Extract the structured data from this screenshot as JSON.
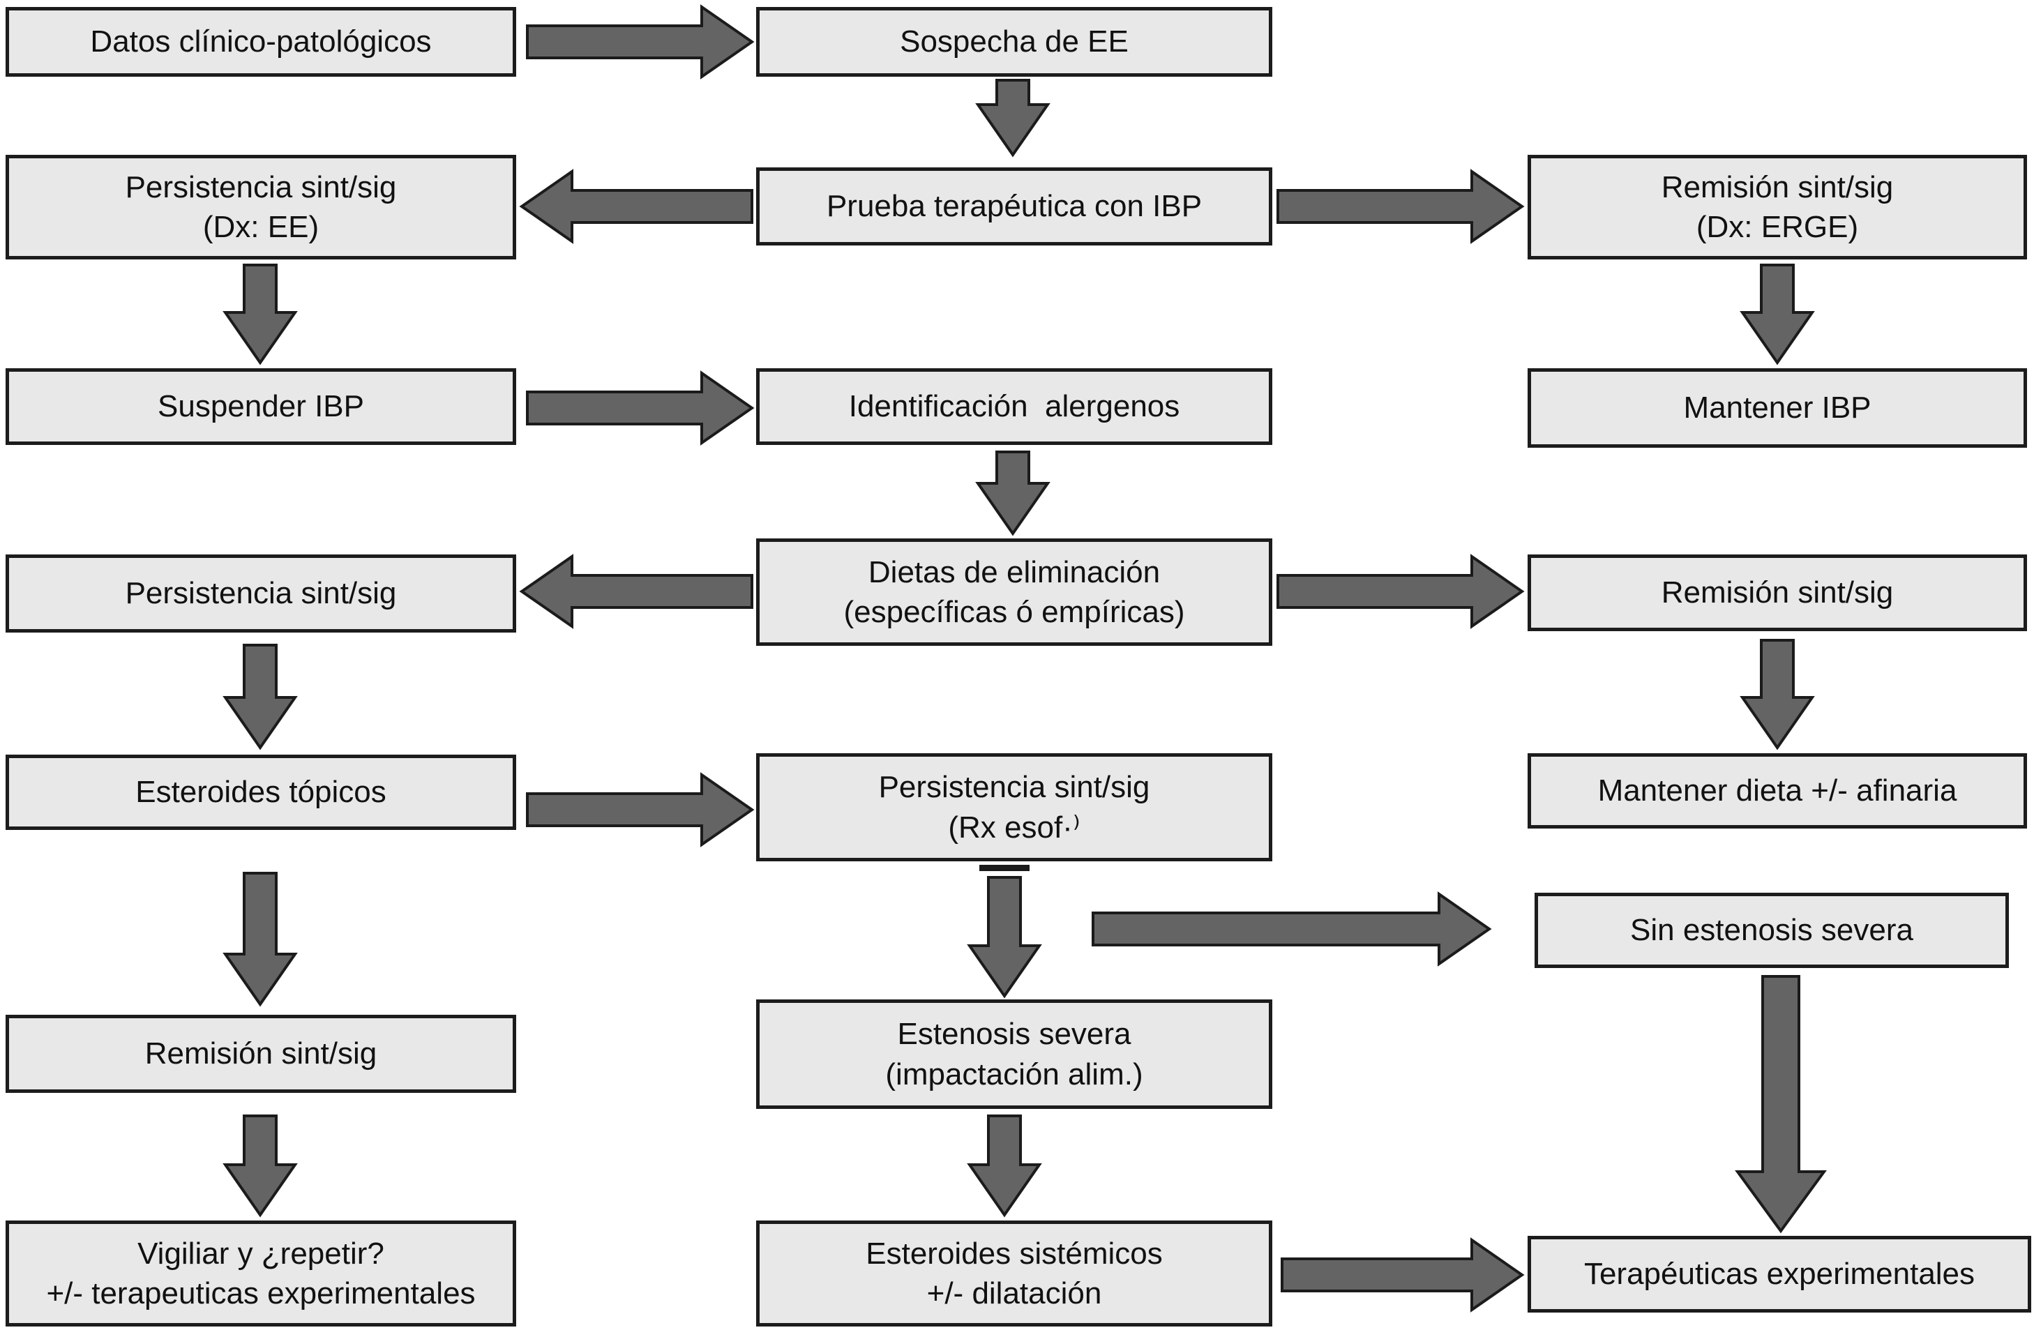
{
  "diagram": {
    "type": "flowchart",
    "language": "es",
    "colors": {
      "background": "#ffffff",
      "box_fill": "#e8e8e8",
      "box_border": "#1c1c1c",
      "arrow_fill": "#646464",
      "arrow_border": "#1b1b1b",
      "text": "#111111"
    },
    "nodes": {
      "datos": {
        "text": "Datos clínico-patológicos"
      },
      "sospecha": {
        "text": "Sospecha de EE"
      },
      "persistencia_dx_ee": {
        "text": "Persistencia sint/sig\n(Dx: EE)"
      },
      "prueba_ibp": {
        "text": "Prueba terapéutica con IBP"
      },
      "remision_dx_erge": {
        "text": "Remisión sint/sig\n(Dx: ERGE)"
      },
      "suspender_ibp": {
        "text": "Suspender IBP"
      },
      "identificacion_alergenos": {
        "text": "Identificación  alergenos"
      },
      "mantener_ibp": {
        "text": "Mantener IBP"
      },
      "persistencia_2": {
        "text": "Persistencia sint/sig"
      },
      "dietas": {
        "text": "Dietas de eliminación\n(específicas ó empíricas)"
      },
      "remision_2": {
        "text": "Remisión sint/sig"
      },
      "esteroides_topicos": {
        "text": "Esteroides tópicos"
      },
      "persistencia_rx": {
        "text": "Persistencia sint/sig\n(Rx esof·⁾"
      },
      "mantener_dieta": {
        "text": "Mantener dieta +/- afinaria"
      },
      "sin_estenosis": {
        "text": "Sin estenosis severa"
      },
      "remision_3": {
        "text": "Remisión sint/sig"
      },
      "estenosis_severa": {
        "text": "Estenosis severa\n(impactación alim.)"
      },
      "vigiliar": {
        "text": "Vigiliar y ¿repetir?\n+/- terapeuticas experimentales"
      },
      "esteroides_sistemicos": {
        "text": "Esteroides sistémicos\n+/- dilatación"
      },
      "terapeuticas_experimentales": {
        "text": "Terapéuticas experimentales"
      }
    },
    "edges": [
      {
        "from": "datos",
        "to": "sospecha",
        "direction": "right"
      },
      {
        "from": "sospecha",
        "to": "prueba_ibp",
        "direction": "down"
      },
      {
        "from": "prueba_ibp",
        "to": "persistencia_dx_ee",
        "direction": "left"
      },
      {
        "from": "prueba_ibp",
        "to": "remision_dx_erge",
        "direction": "right"
      },
      {
        "from": "persistencia_dx_ee",
        "to": "suspender_ibp",
        "direction": "down"
      },
      {
        "from": "remision_dx_erge",
        "to": "mantener_ibp",
        "direction": "down"
      },
      {
        "from": "suspender_ibp",
        "to": "identificacion_alergenos",
        "direction": "right"
      },
      {
        "from": "identificacion_alergenos",
        "to": "dietas",
        "direction": "down"
      },
      {
        "from": "dietas",
        "to": "persistencia_2",
        "direction": "left"
      },
      {
        "from": "dietas",
        "to": "remision_2",
        "direction": "right"
      },
      {
        "from": "persistencia_2",
        "to": "esteroides_topicos",
        "direction": "down"
      },
      {
        "from": "remision_2",
        "to": "mantener_dieta",
        "direction": "down"
      },
      {
        "from": "esteroides_topicos",
        "to": "persistencia_rx",
        "direction": "right"
      },
      {
        "from": "persistencia_rx",
        "to": "estenosis_severa",
        "direction": "down"
      },
      {
        "from": "persistencia_rx",
        "to": "sin_estenosis",
        "direction": "right"
      },
      {
        "from": "esteroides_topicos",
        "to": "remision_3",
        "direction": "down"
      },
      {
        "from": "remision_3",
        "to": "vigiliar",
        "direction": "down"
      },
      {
        "from": "estenosis_severa",
        "to": "esteroides_sistemicos",
        "direction": "down"
      },
      {
        "from": "sin_estenosis",
        "to": "terapeuticas_experimentales",
        "direction": "down"
      },
      {
        "from": "esteroides_sistemicos",
        "to": "terapeuticas_experimentales",
        "direction": "right"
      }
    ]
  }
}
